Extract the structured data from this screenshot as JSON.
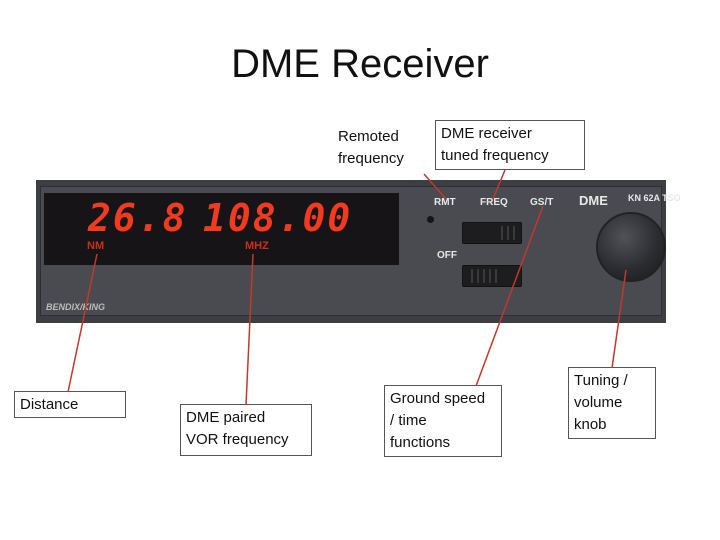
{
  "title": "DME Receiver",
  "device": {
    "distance_value": "26.8",
    "distance_unit": "NM",
    "frequency_value": "108.00",
    "frequency_unit": "MHZ",
    "rmt_label": "RMT",
    "freq_label": "FREQ",
    "gst_label": "GS/T",
    "dme_label": "DME",
    "model_label": "KN 62A TSO",
    "off_label": "OFF",
    "brand_label": "BENDIX/KING"
  },
  "callouts": {
    "remoted_frequency": [
      "Remoted",
      "frequency"
    ],
    "tuned_frequency": [
      "DME receiver",
      "tuned frequency"
    ],
    "distance": [
      "Distance"
    ],
    "paired_vor": [
      "DME paired",
      "VOR frequency"
    ],
    "ground_speed": [
      "Ground speed",
      "/ time",
      "functions"
    ],
    "tuning_knob": [
      "Tuning /",
      "volume",
      "knob"
    ]
  },
  "colors": {
    "leader_line": "#c0392b",
    "display_digits": "#f23a1f",
    "panel": "#3d3e43"
  }
}
